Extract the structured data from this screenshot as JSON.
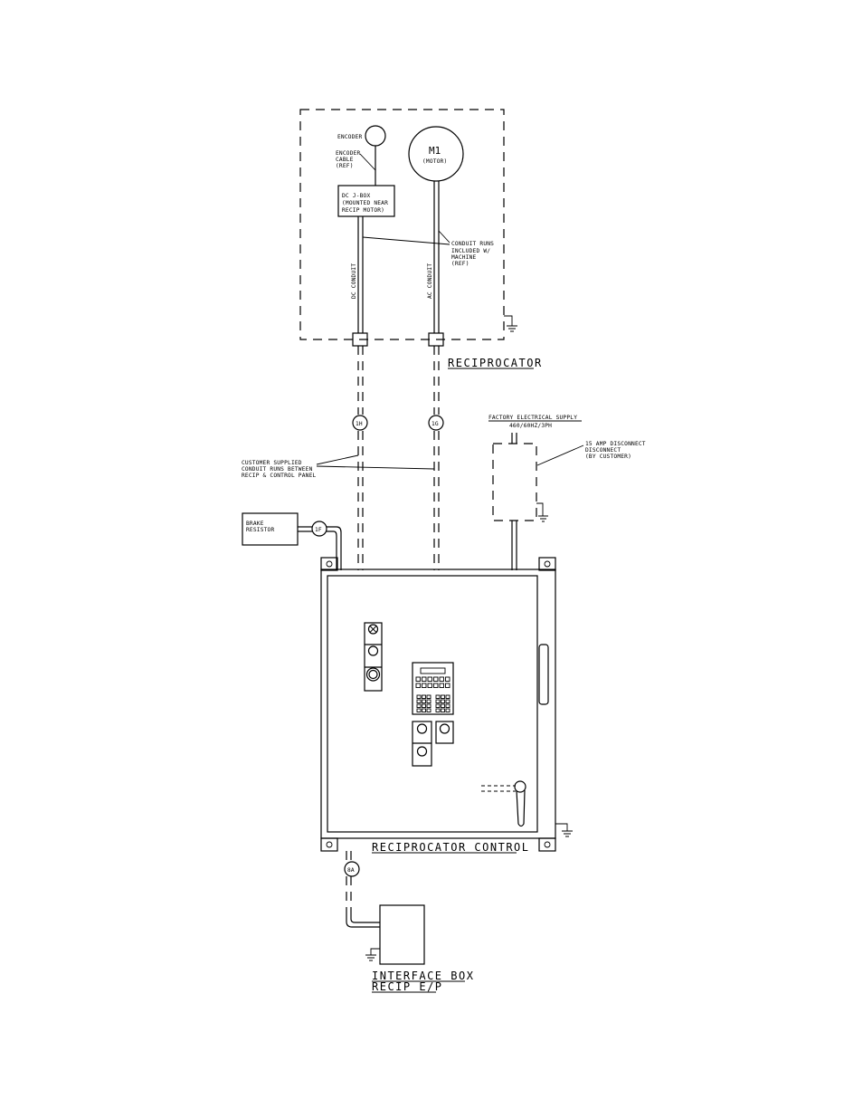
{
  "reciprocator": {
    "encoder_label": "ENCODER",
    "encoder_cable_label": [
      "ENCODER",
      "CABLE",
      "(REF)"
    ],
    "motor_label": "M1",
    "motor_sub": "(MOTOR)",
    "dc_jbox_label": [
      "DC J-BOX",
      "(MOUNTED NEAR",
      "RECIP MOTOR)"
    ],
    "conduit_note": [
      "CONDUIT RUNS",
      "INCLUDED W/",
      "MACHINE",
      "(REF)"
    ],
    "dc_conduit": "DC CONDUIT",
    "ac_conduit": "AC CONDUIT",
    "title": "RECIPROCATOR"
  },
  "conduit_tags": {
    "h": "1H",
    "g": "1G",
    "f": "1F",
    "a": "8A"
  },
  "customer_note": [
    "CUSTOMER SUPPLIED",
    "CONDUIT RUNS BETWEEN",
    "RECIP & CONTROL PANEL"
  ],
  "factory_supply": {
    "title": "FACTORY ELECTRICAL SUPPLY",
    "spec": "460/60HZ/3PH"
  },
  "disconnect_note": [
    "15 AMP DISCONNECT",
    "DISCONNECT",
    "(BY CUSTOMER)"
  ],
  "brake_resistor": [
    "BRAKE",
    "RESISTOR"
  ],
  "control_title": "RECIPROCATOR CONTROL",
  "interface_box": {
    "line1": "INTERFACE BOX",
    "line2": "RECIP E/P"
  }
}
